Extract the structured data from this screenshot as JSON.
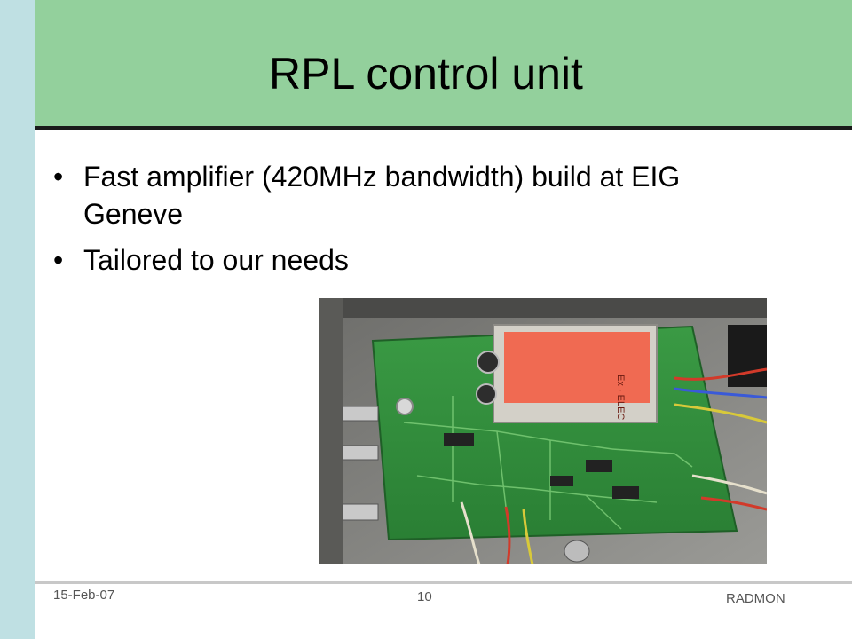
{
  "slide": {
    "title": "RPL control unit",
    "bullets": [
      "Fast amplifier (420MHz bandwidth) build at EIG Geneve",
      "Tailored to our needs"
    ],
    "bullet_glyph": "•",
    "footer": {
      "date": "15-Feb-07",
      "page": "10",
      "org": "RADMON"
    },
    "photo_labels": {
      "module_brand": "Ex · ELEC"
    }
  },
  "colors": {
    "title_band": "#93d09c",
    "left_strip": "#bfe0e3",
    "pcb_green": "#2f8f3a"
  }
}
